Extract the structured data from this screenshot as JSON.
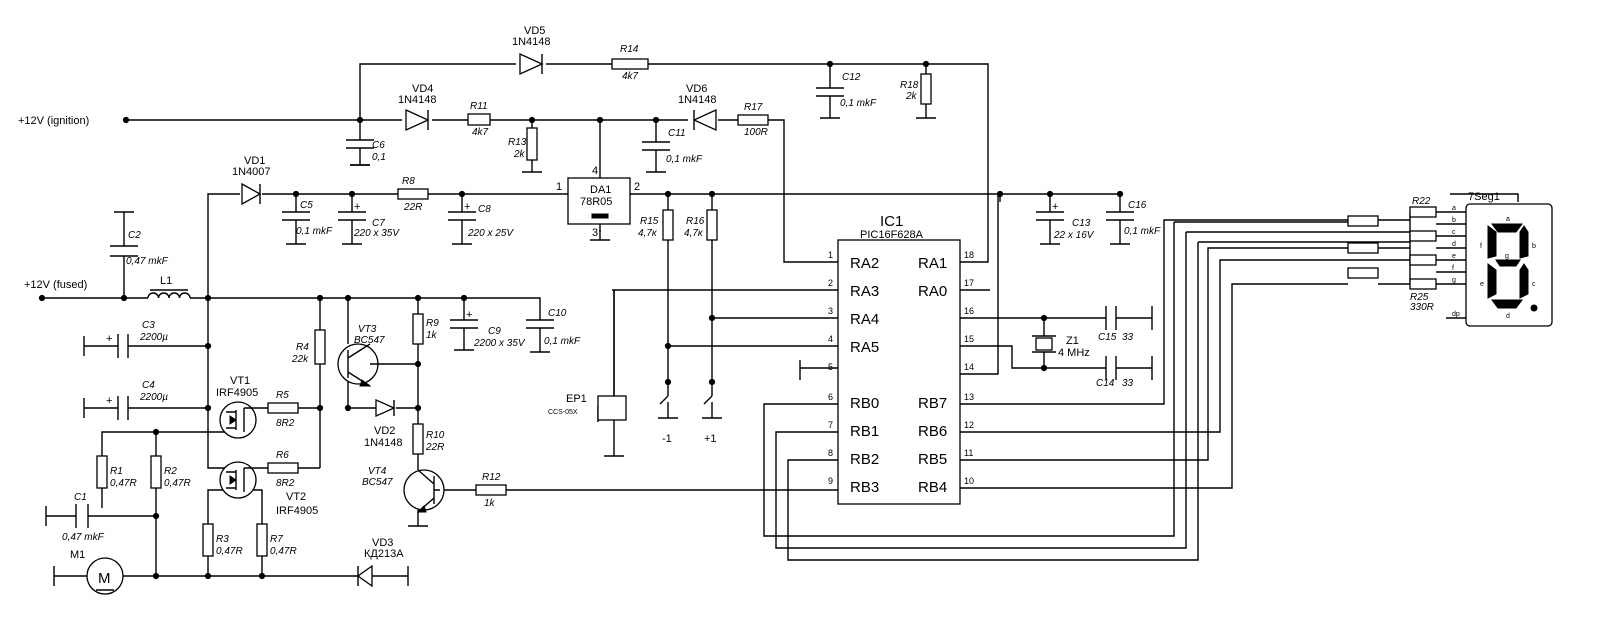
{
  "nets": {
    "ign": "+12V (ignition)",
    "fused": "+12V (fused)",
    "neg": "-1",
    "pos": "+1"
  },
  "components": {
    "VD1": {
      "ref": "VD1",
      "val": "1N4007"
    },
    "VD2": {
      "ref": "VD2",
      "val": "1N4148"
    },
    "VD3": {
      "ref": "VD3",
      "val": "КД213А"
    },
    "VD4": {
      "ref": "VD4",
      "val": "1N4148"
    },
    "VD5": {
      "ref": "VD5",
      "val": "1N4148"
    },
    "VD6": {
      "ref": "VD6",
      "val": "1N4148"
    },
    "VT1": {
      "ref": "VT1",
      "val": "IRF4905"
    },
    "VT2": {
      "ref": "VT2",
      "val": "IRF4905"
    },
    "VT3": {
      "ref": "VT3",
      "val": "BC547"
    },
    "VT4": {
      "ref": "VT4",
      "val": "BC547"
    },
    "DA1": {
      "ref": "DA1",
      "val": "78R05",
      "pin1": "1",
      "pin2": "2",
      "pin3": "3",
      "pin4": "4"
    },
    "IC1": {
      "ref": "IC1",
      "val": "PIC16F628A"
    },
    "L1": {
      "ref": "L1"
    },
    "M1": {
      "ref": "M1",
      "glyph": "M"
    },
    "EP1": {
      "ref": "EP1",
      "val": "CCS-05X"
    },
    "Z1": {
      "ref": "Z1",
      "val": "4 MHz"
    },
    "SEG": {
      "ref": "7Seg1"
    },
    "R1": {
      "ref": "R1",
      "val": "0,47R"
    },
    "R2": {
      "ref": "R2",
      "val": "0,47R"
    },
    "R3": {
      "ref": "R3",
      "val": "0,47R"
    },
    "R4": {
      "ref": "R4",
      "val": "22k"
    },
    "R5": {
      "ref": "R5",
      "val": "8R2"
    },
    "R6": {
      "ref": "R6",
      "val": "8R2"
    },
    "R7": {
      "ref": "R7",
      "val": "0,47R"
    },
    "R8": {
      "ref": "R8",
      "val": "22R"
    },
    "R9": {
      "ref": "R9",
      "val": "1k"
    },
    "R10": {
      "ref": "R10",
      "val": "22R"
    },
    "R11": {
      "ref": "R11",
      "val": "4k7"
    },
    "R12": {
      "ref": "R12",
      "val": "1k"
    },
    "R13": {
      "ref": "R13",
      "val": "2k"
    },
    "R14": {
      "ref": "R14",
      "val": "4k7"
    },
    "R15": {
      "ref": "R15",
      "val": "4,7к"
    },
    "R16": {
      "ref": "R16",
      "val": "4,7к"
    },
    "R17": {
      "ref": "R17",
      "val": "100R"
    },
    "R18": {
      "ref": "R18",
      "val": "2k"
    },
    "R22": {
      "ref": "R22"
    },
    "R25": {
      "ref": "R25",
      "val": "330R"
    },
    "C1": {
      "ref": "C1",
      "val": "0,47 mkF"
    },
    "C2": {
      "ref": "C2",
      "val": "0,47 mkF"
    },
    "C3": {
      "ref": "C3",
      "val": "2200µ"
    },
    "C4": {
      "ref": "C4",
      "val": "2200µ"
    },
    "C5": {
      "ref": "C5",
      "val": "0,1 mkF"
    },
    "C6": {
      "ref": "C6",
      "val": "0,1"
    },
    "C7": {
      "ref": "C7",
      "val": "220 x 35V"
    },
    "C8": {
      "ref": "C8",
      "val": "220 x 25V"
    },
    "C9": {
      "ref": "C9",
      "val": "2200 x 35V"
    },
    "C10": {
      "ref": "C10",
      "val": "0,1 mkF"
    },
    "C11": {
      "ref": "C11",
      "val": "0,1 mkF"
    },
    "C12": {
      "ref": "C12",
      "val": "0,1 mkF"
    },
    "C13": {
      "ref": "C13",
      "val": "22 x 16V"
    },
    "C14": {
      "ref": "C14",
      "val": "33"
    },
    "C15": {
      "ref": "C15",
      "val": "33"
    },
    "C16": {
      "ref": "C16",
      "val": "0,1 mkF"
    }
  },
  "ic_pins_left": [
    {
      "num": "1",
      "name": "RA2"
    },
    {
      "num": "2",
      "name": "RA3"
    },
    {
      "num": "3",
      "name": "RA4"
    },
    {
      "num": "4",
      "name": "RA5"
    },
    {
      "num": "5",
      "name": ""
    },
    {
      "num": "6",
      "name": "RB0"
    },
    {
      "num": "7",
      "name": "RB1"
    },
    {
      "num": "8",
      "name": "RB2"
    },
    {
      "num": "9",
      "name": "RB3"
    }
  ],
  "ic_pins_right": [
    {
      "num": "18",
      "name": "RA1"
    },
    {
      "num": "17",
      "name": "RA0"
    },
    {
      "num": "16",
      "name": ""
    },
    {
      "num": "15",
      "name": ""
    },
    {
      "num": "14",
      "name": ""
    },
    {
      "num": "13",
      "name": "RB7"
    },
    {
      "num": "12",
      "name": "RB6"
    },
    {
      "num": "11",
      "name": "RB5"
    },
    {
      "num": "10",
      "name": "RB4"
    }
  ],
  "segment_pins": [
    "a",
    "b",
    "c",
    "d",
    "e",
    "f",
    "g",
    "dp"
  ],
  "segment_glyph_labels": [
    "a",
    "b",
    "c",
    "d",
    "e",
    "f",
    "g"
  ],
  "plus_sign": "+"
}
